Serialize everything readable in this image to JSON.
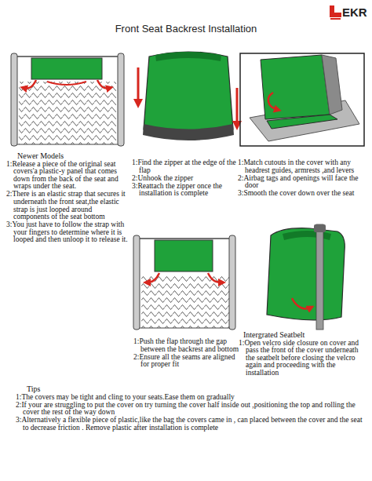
{
  "diagram": {
    "title": "Front Seat Backrest Installation",
    "labels": [
      "EKR",
      "Newer Models",
      "1:Release a piece of the original seat covers'a plastic-y panel that comes down from the back of the seat and wraps under the seat.",
      "2:There is an elastic strap that secures it underneath the front seat,the elastic strap is just looped around components of the seat bottom",
      "3:You just have to follow the strap with your fingers to determine where it is looped and then unloop it to release it.",
      "1:Find the zipper at the edge of the flap",
      "2:Unhook the zipper",
      "3:Reattach the zipper once the installation is complete",
      "1:Match cutouts in the cover with any headrest guides, armrests ,and levers",
      "2:Airbag tags and openings will face the door",
      "3:Smooth the cover down over the seat",
      "1:Push the flap through the gap between the backrest and bottom",
      "2:Ensure all the seams are aligned for proper fit",
      "Intergrated Seatbelt",
      "1:Open velcro side closure on cover and pass the front of the cover underneath the seatbelt before closing the velcro again and proceeding with the installation",
      "Tips",
      "1:The covers may be tight and cling to your seats.Ease them on gradually",
      "2:If your are struggling to put the cover on try turning the cover half inside out ,positioning the top and rolling the cover the rest of the way down",
      "3:Alternatively a flexible piece of plastic,like the bag the covers came in , can placed between the cover and the seat to decrease friction . Remove plastic after installation is complete"
    ]
  }
}
